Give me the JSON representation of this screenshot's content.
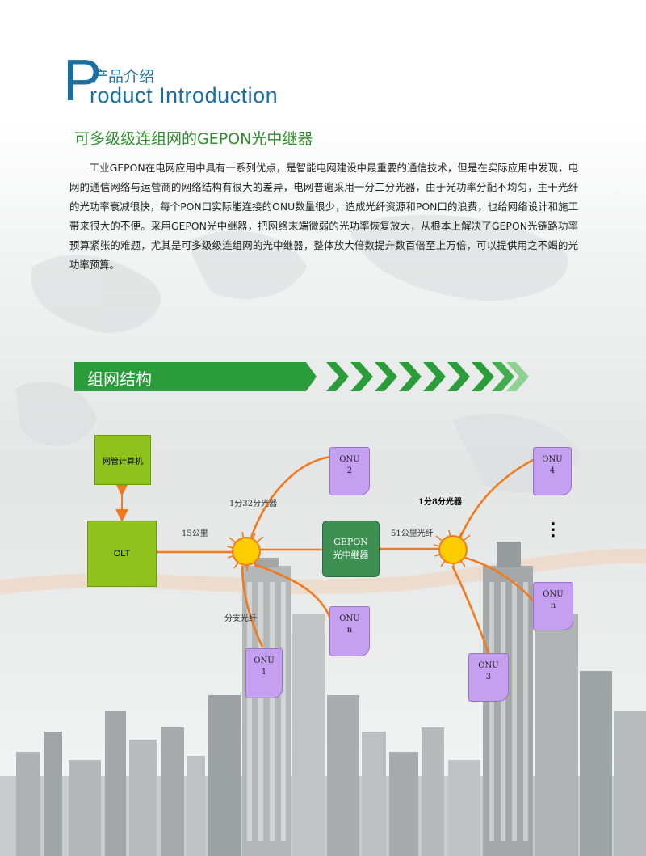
{
  "header": {
    "p_letter": "P",
    "cn": "产品介绍",
    "en": "roduct Introduction"
  },
  "title": "可多级级连组网的GEPON光中继器",
  "body": "工业GEPON在电网应用中具有一系列优点，是智能电网建设中最重要的通信技术，但是在实际应用中发现，电网的通信网络与运营商的网络结构有很大的差异，电网普遍采用一分二分光器，由于光功率分配不均匀，主干光纤的光功率衰减很快，每个PON口实际能连接的ONU数量很少，造成光纤资源和PON口的浪费，也给网络设计和施工带来很大的不便。采用GEPON光中继器，把网络末端微弱的光功率恢复放大，从根本上解决了GEPON光链路功率预算紧张的难题，尤其是可多级级连组网的光中继器，整体放大倍数提升数百倍至上万倍，可以提供用之不竭的光功率预算。",
  "banner": {
    "label": "组网结构"
  },
  "diagram": {
    "mgmt": "网管计算机",
    "olt": "OLT",
    "repeater": [
      "GEPON",
      "光中继器"
    ],
    "onu_left_top": [
      "ONU",
      "2"
    ],
    "onu_left_n": [
      "ONU",
      "n"
    ],
    "onu_left_1": [
      "ONU",
      "1"
    ],
    "onu_right_4": [
      "ONU",
      "4"
    ],
    "onu_right_n": [
      "ONU",
      "n"
    ],
    "onu_right_3": [
      "ONU",
      "3"
    ],
    "label_15km": "15公里",
    "label_1to32": "1分32分光器",
    "label_branch": "分支光纤",
    "label_51km": "51公里光纤",
    "label_1to8": "1分8分光器",
    "dots": "⋮"
  },
  "colors": {
    "brand_blue": "#1a6fa0",
    "title_green": "#2e8b2e",
    "banner_green": "#2b9c3a",
    "fiber_orange": "#f07a1e",
    "splitter_yellow": "#ffcc00",
    "onu_purple": "#c6a0f0"
  }
}
